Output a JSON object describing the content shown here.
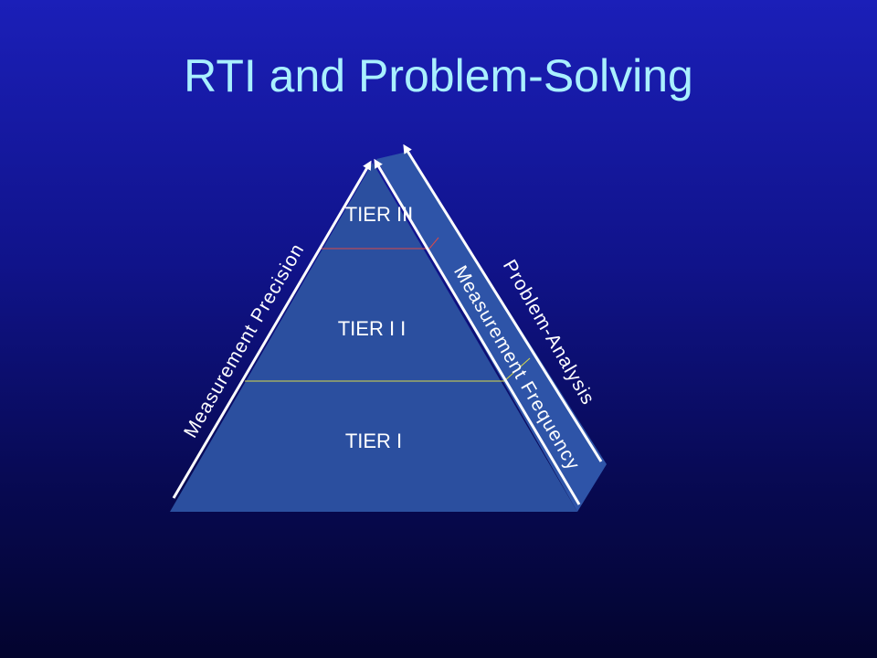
{
  "slide": {
    "title": "RTI and Problem-Solving",
    "tiers": [
      {
        "label": "TIER III"
      },
      {
        "label": "TIER I I"
      },
      {
        "label": "TIER I"
      }
    ],
    "arrows": {
      "left": "Measurement Precision",
      "right_inner": "Measurement Frequency",
      "right_outer": "Problem-Analysis"
    },
    "colors": {
      "pyramid_fill": "#2b4f9f",
      "pyramid_back": "#2e54a8",
      "title": "#a9f0ff",
      "tier3_divider": "#d84a4a",
      "tier2_divider": "#d9d94a",
      "arrow": "#ffffff"
    }
  }
}
